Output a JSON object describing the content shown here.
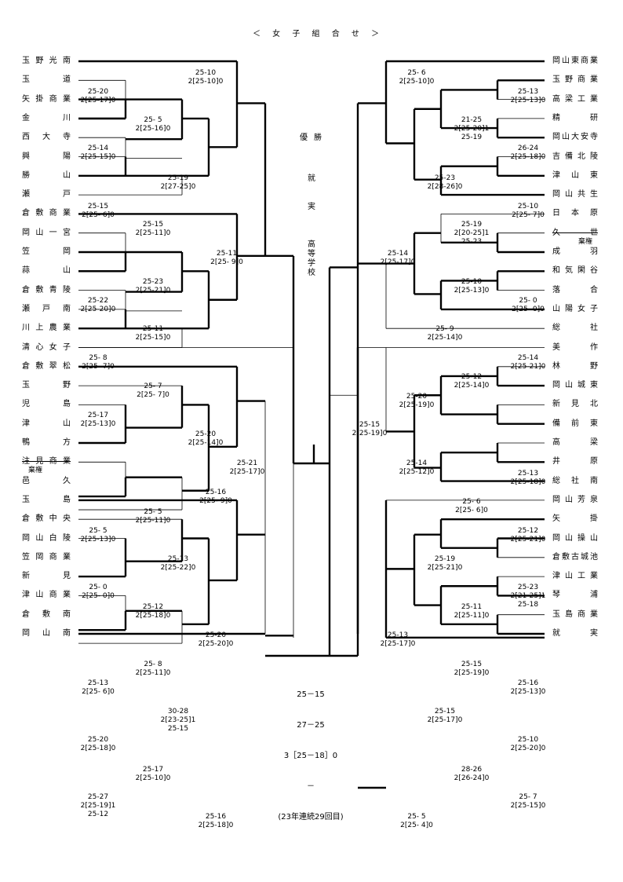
{
  "title": "＜ 女 子 組 合 せ ＞",
  "champion_label": "優勝",
  "champion_chars": [
    "就",
    "実",
    "高",
    "等",
    "学",
    "校"
  ],
  "final_score": [
    "25－15",
    "27－25",
    "3［25－18］0",
    "－",
    "(23年連続29回目)"
  ],
  "left_teams": [
    "玉野光南",
    "玉　　　道",
    "矢掛商業",
    "金　　川",
    "西大寺",
    "興　　陽",
    "勝　　山",
    "瀬　　戸",
    "倉敷商業",
    "岡山一宮",
    "笠　　岡",
    "蒜　　山",
    "倉敷青陵",
    "瀬戸南",
    "川上農業",
    "清心女子",
    "倉敷翠松",
    "玉　　野",
    "児　　島",
    "津　　山",
    "鴨　　方",
    "注見商業",
    "邑　　久",
    "玉　　島",
    "倉敷中央",
    "岡山白陵",
    "笠岡商業",
    "新　　見",
    "津山商業",
    "倉　敷　南",
    "岡　山　南"
  ],
  "left_notes": {
    "withdrawn": "棄権"
  },
  "right_teams": [
    "岡山東商業",
    "玉野商業",
    "高梁工業",
    "精　　研",
    "岡山大安寺",
    "吉備北陵",
    "津　山　東",
    "岡山共生",
    "日　本　原",
    "久　　世",
    "成　　羽",
    "和気閑谷",
    "落　　合",
    "山陽女子",
    "総　　社",
    "美　　作",
    "林　　野",
    "岡山城東",
    "新　見　北",
    "備　前　東",
    "高　　梁",
    "井　　原",
    "総　社　南",
    "岡山芳泉",
    "矢　　掛",
    "岡山操山",
    "倉敷古城池",
    "津山工業",
    "琴　　浦",
    "玉島商業",
    "就　　実"
  ],
  "right_notes": {
    "withdrawn": "棄権"
  },
  "scores": {
    "l1": "25-20\n2[25-17]0",
    "l2": "25- 5\n2[25-16]0",
    "l3": "25-14\n2[25-15]0",
    "l4": "25-10\n2[25-10]0",
    "l5": "25-19\n2[27-25]0",
    "l6": "25-15\n2[25- 6]0",
    "l7": "25-15\n2[25-11]0",
    "l8": "25-11\n2[25- 9]0",
    "l9": "25-23\n2[25-21]0",
    "l10": "25-22\n2[25-20]0",
    "l11": "25-11\n2[25-15]0",
    "l12": "25- 8\n2[25- 7]0",
    "l13": "25- 7\n2[25- 7]0",
    "l14": "25-17\n2[25-13]0",
    "l15": "25-20\n2[25-14]0",
    "l16": "25-21\n2[25-17]0",
    "l17": "25-16\n2[25- 9]0",
    "l18": "25- 5\n2[25-11]0",
    "l19": "25- 5\n2[25-13]0",
    "l20": "25-13\n2[25-22]0",
    "l21": "25- 0\n2[25- 0]0",
    "l22": "25-12\n2[25-18]0",
    "l23": "25-20\n2[25-20]0",
    "l24": "25- 8\n2[25-11]0",
    "l25": "25-13\n2[25- 6]0",
    "l26": "30-28\n2[23-25]1\n25-15",
    "l27": "25-20\n2[25-18]0",
    "l28": "25-17\n2[25-10]0",
    "l29": "25-27\n2[25-19]1\n25-12",
    "l30": "25-16\n2[25-18]0",
    "r1": "25- 6\n2[25-10]0",
    "r2": "25-13\n2[25-13]0",
    "r3": "21-25\n2[25-20]1\n25-19",
    "r4": "26-24\n2[25-18]0",
    "r5": "25-23\n2[28-26]0",
    "r6": "25-10\n2[25- 7]0",
    "r7": "25-19\n2[20-25]1\n25-23",
    "r8": "25-14\n2[25-17]0",
    "r9": "25-10\n2[25-13]0",
    "r10": "25- 0\n2[25- 0]0",
    "r11": "25- 9\n2[25-14]0",
    "r12": "25-14\n2[25-21]0",
    "r13": "25-12\n2[25-14]0",
    "r14": "25-20\n2[25-19]0",
    "r15": "25-15\n2[25-19]0",
    "r16": "25-14\n2[25-12]0",
    "r17": "25-13\n2[25-18]0",
    "r18": "25- 6\n2[25- 6]0",
    "r19": "25-12\n2[25-21]0",
    "r20": "25-19\n2[25-21]0",
    "r21": "25-23\n2[21-25]1\n25-18",
    "r22": "25-11\n2[25-11]0",
    "r23": "25-13\n2[25-17]0",
    "r24": "25-15\n2[25-19]0",
    "r25": "25-16\n2[25-13]0",
    "r26": "25-15\n2[25-17]0",
    "r27": "25-10\n2[25-20]0",
    "r28": "28-26\n2[26-24]0",
    "r29": "25- 7\n2[25-15]0",
    "r30": "25- 5\n2[25- 4]0"
  }
}
